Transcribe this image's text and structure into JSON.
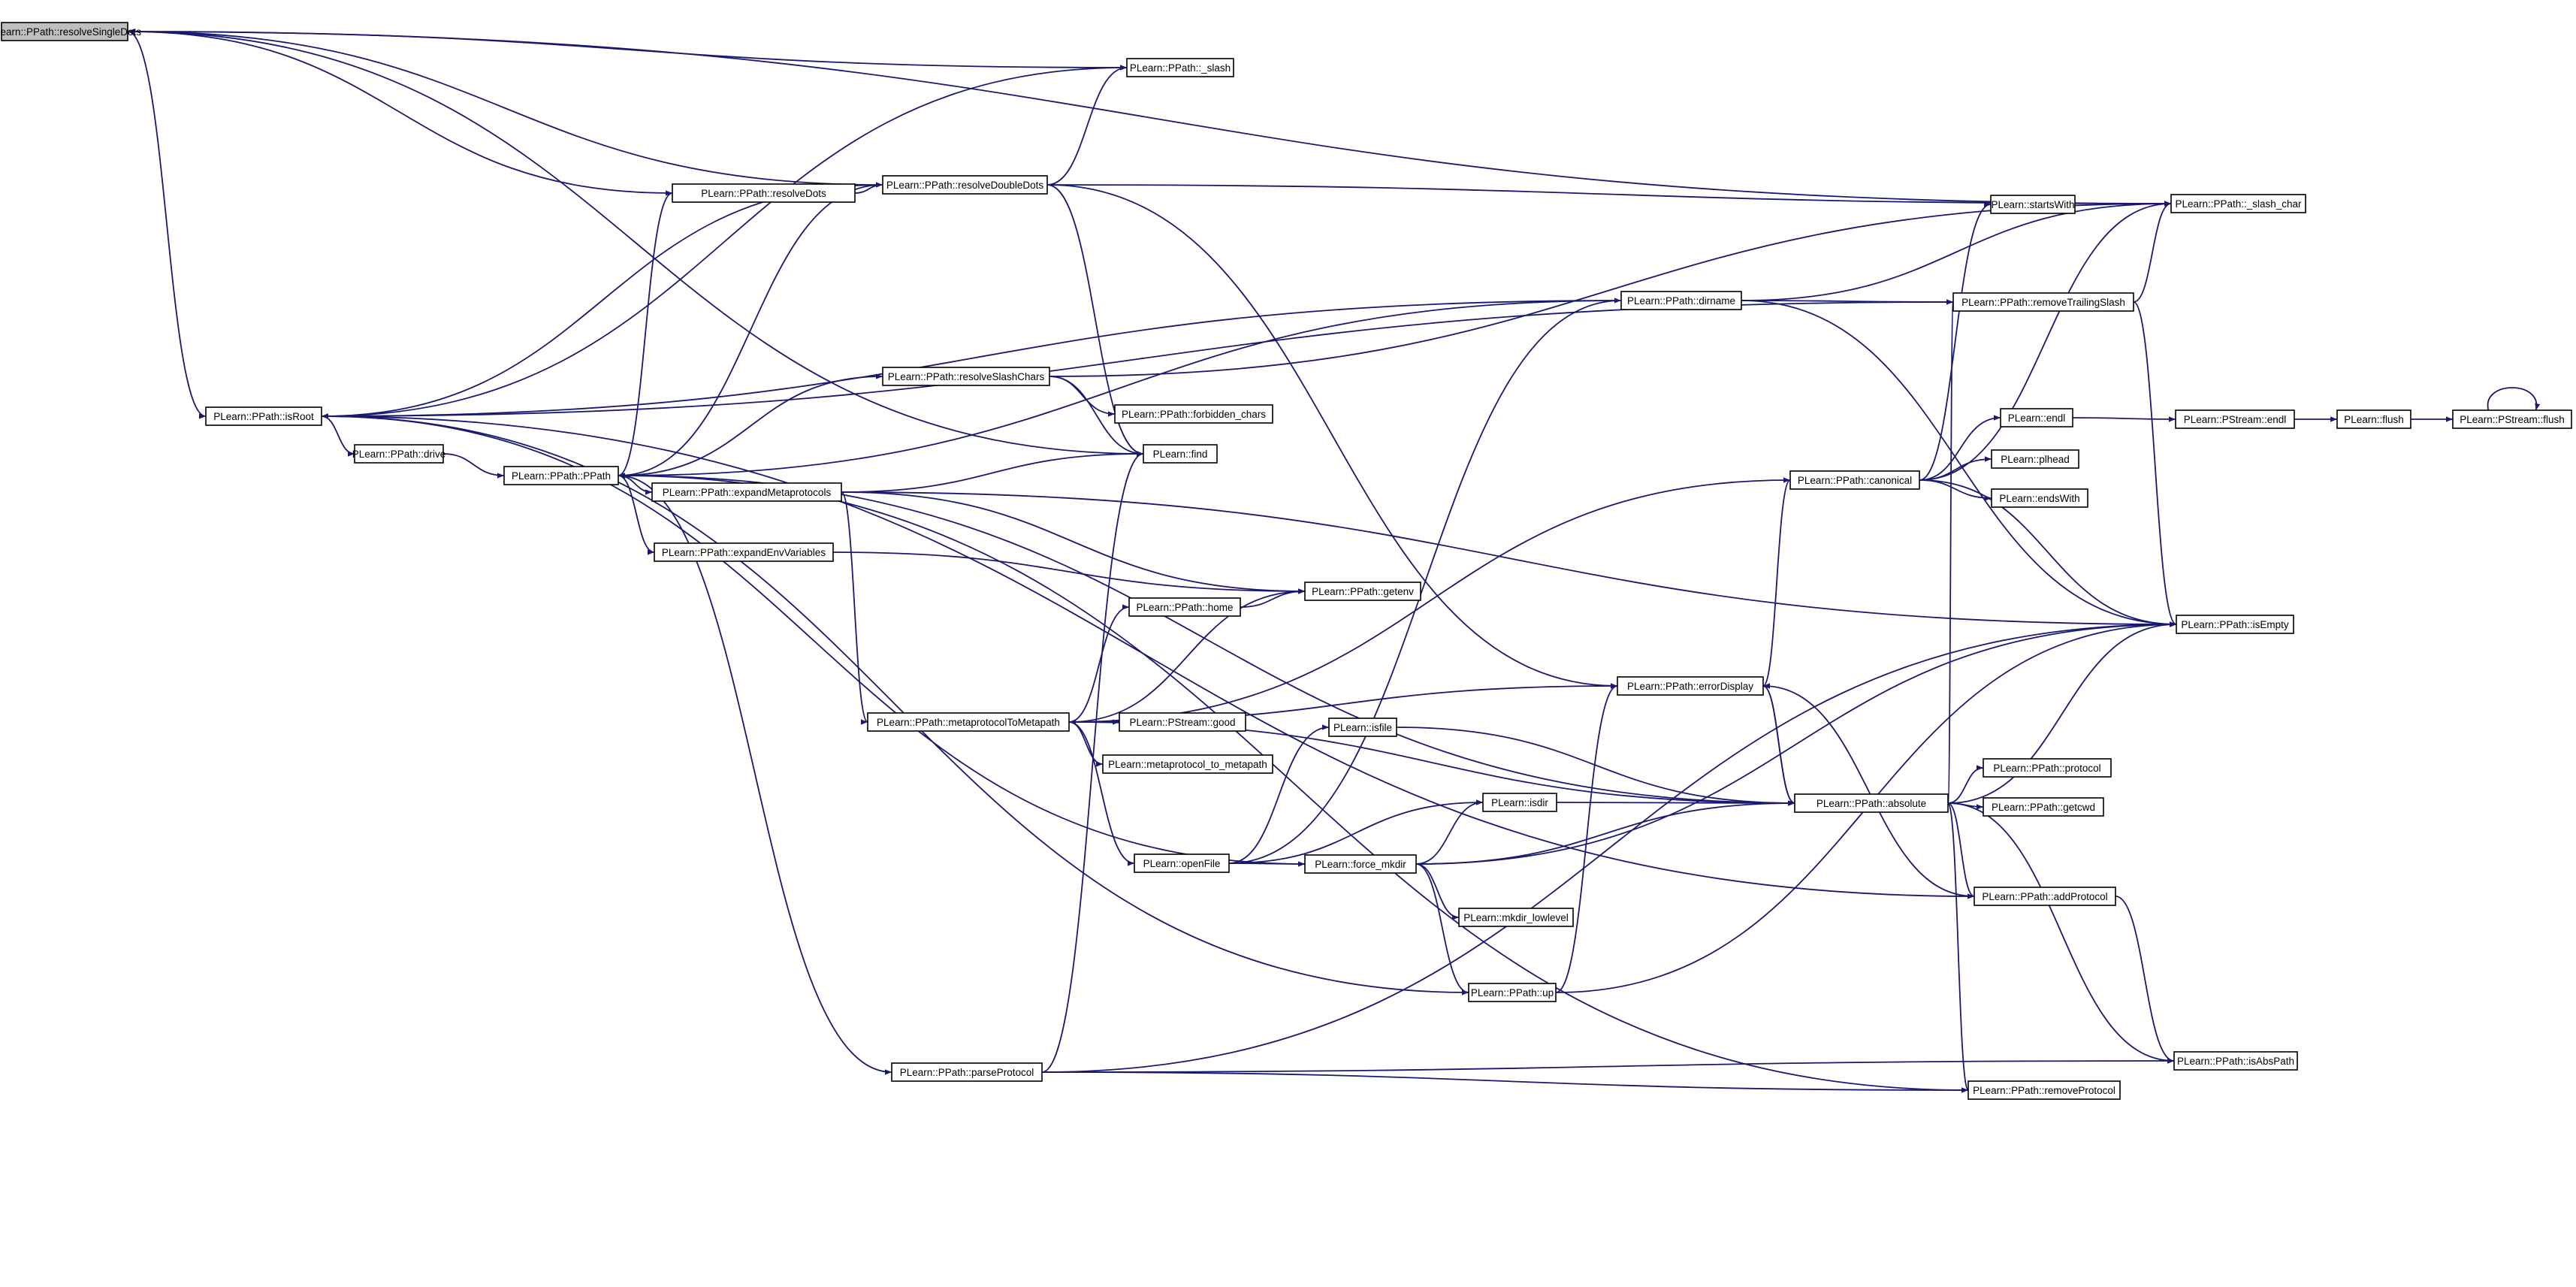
{
  "graph": {
    "type": "call-graph",
    "colors": {
      "edge": "#191970",
      "node_border": "#000000",
      "node_fill": "#ffffff",
      "root_fill": "#bfbfbf"
    },
    "nodes": [
      {
        "id": "resolveSingleDots",
        "label": "PLearn::PPath::resolveSingleDots",
        "highlight": true
      },
      {
        "id": "slash",
        "label": "PLearn::PPath::_slash"
      },
      {
        "id": "resolveDoubleDots",
        "label": "PLearn::PPath::resolveDoubleDots"
      },
      {
        "id": "resolveDots",
        "label": "PLearn::PPath::resolveDots"
      },
      {
        "id": "slash_char",
        "label": "PLearn::PPath::_slash_char"
      },
      {
        "id": "startsWith",
        "label": "PLearn::startsWith"
      },
      {
        "id": "dirname",
        "label": "PLearn::PPath::dirname"
      },
      {
        "id": "removeTrailingSlash",
        "label": "PLearn::PPath::removeTrailingSlash"
      },
      {
        "id": "isRoot",
        "label": "PLearn::PPath::isRoot"
      },
      {
        "id": "drive",
        "label": "PLearn::PPath::drive"
      },
      {
        "id": "PPath",
        "label": "PLearn::PPath::PPath"
      },
      {
        "id": "resolveSlashChars",
        "label": "PLearn::PPath::resolveSlashChars"
      },
      {
        "id": "forbidden_chars",
        "label": "PLearn::PPath::forbidden_chars"
      },
      {
        "id": "find",
        "label": "PLearn::find"
      },
      {
        "id": "expandMetaprotocols",
        "label": "PLearn::PPath::expandMetaprotocols"
      },
      {
        "id": "expandEnvVariables",
        "label": "PLearn::PPath::expandEnvVariables"
      },
      {
        "id": "home",
        "label": "PLearn::PPath::home"
      },
      {
        "id": "getenv",
        "label": "PLearn::PPath::getenv"
      },
      {
        "id": "metaprotocolToMetapath",
        "label": "PLearn::PPath::metaprotocolToMetapath"
      },
      {
        "id": "good",
        "label": "PLearn::PStream::good"
      },
      {
        "id": "metaprotocol_to_metapath",
        "label": "PLearn::metaprotocol_to_metapath"
      },
      {
        "id": "isfile",
        "label": "PLearn::isfile"
      },
      {
        "id": "isdir",
        "label": "PLearn::isdir"
      },
      {
        "id": "openFile",
        "label": "PLearn::openFile"
      },
      {
        "id": "force_mkdir",
        "label": "PLearn::force_mkdir"
      },
      {
        "id": "mkdir_lowlevel",
        "label": "PLearn::mkdir_lowlevel"
      },
      {
        "id": "up",
        "label": "PLearn::PPath::up"
      },
      {
        "id": "parseProtocol",
        "label": "PLearn::PPath::parseProtocol"
      },
      {
        "id": "canonical",
        "label": "PLearn::PPath::canonical"
      },
      {
        "id": "endl",
        "label": "PLearn::endl"
      },
      {
        "id": "pstream_endl",
        "label": "PLearn::PStream::endl"
      },
      {
        "id": "flush",
        "label": "PLearn::flush"
      },
      {
        "id": "pstream_flush",
        "label": "PLearn::PStream::flush"
      },
      {
        "id": "plhead",
        "label": "PLearn::plhead"
      },
      {
        "id": "endsWith",
        "label": "PLearn::endsWith"
      },
      {
        "id": "errorDisplay",
        "label": "PLearn::PPath::errorDisplay"
      },
      {
        "id": "absolute",
        "label": "PLearn::PPath::absolute"
      },
      {
        "id": "protocol",
        "label": "PLearn::PPath::protocol"
      },
      {
        "id": "getcwd",
        "label": "PLearn::PPath::getcwd"
      },
      {
        "id": "addProtocol",
        "label": "PLearn::PPath::addProtocol"
      },
      {
        "id": "removeProtocol",
        "label": "PLearn::PPath::removeProtocol"
      },
      {
        "id": "isEmpty",
        "label": "PLearn::PPath::isEmpty"
      },
      {
        "id": "isAbsPath",
        "label": "PLearn::PPath::isAbsPath"
      }
    ],
    "edges": [
      [
        "resolveSingleDots",
        "slash"
      ],
      [
        "resolveSingleDots",
        "slash_char"
      ],
      [
        "resolveSingleDots",
        "isRoot"
      ],
      [
        "resolveSingleDots",
        "find"
      ],
      [
        "resolveDots",
        "resolveSingleDots"
      ],
      [
        "resolveDots",
        "resolveDoubleDots"
      ],
      [
        "resolveDoubleDots",
        "resolveSingleDots"
      ],
      [
        "resolveDoubleDots",
        "slash"
      ],
      [
        "resolveDoubleDots",
        "slash_char"
      ],
      [
        "resolveDoubleDots",
        "isRoot"
      ],
      [
        "resolveDoubleDots",
        "PPath"
      ],
      [
        "resolveDoubleDots",
        "find"
      ],
      [
        "resolveDoubleDots",
        "errorDisplay"
      ],
      [
        "isRoot",
        "slash"
      ],
      [
        "isRoot",
        "drive"
      ],
      [
        "drive",
        "PPath"
      ],
      [
        "PPath",
        "resolveDots"
      ],
      [
        "PPath",
        "resolveSlashChars"
      ],
      [
        "PPath",
        "expandMetaprotocols"
      ],
      [
        "PPath",
        "expandEnvVariables"
      ],
      [
        "PPath",
        "parseProtocol"
      ],
      [
        "resolveSlashChars",
        "slash_char"
      ],
      [
        "resolveSlashChars",
        "forbidden_chars"
      ],
      [
        "resolveSlashChars",
        "find"
      ],
      [
        "expandMetaprotocols",
        "find"
      ],
      [
        "expandMetaprotocols",
        "getenv"
      ],
      [
        "expandMetaprotocols",
        "metaprotocolToMetapath"
      ],
      [
        "expandMetaprotocols",
        "isEmpty"
      ],
      [
        "expandEnvVariables",
        "getenv"
      ],
      [
        "home",
        "getenv"
      ],
      [
        "metaprotocolToMetapath",
        "home"
      ],
      [
        "metaprotocolToMetapath",
        "getenv"
      ],
      [
        "metaprotocolToMetapath",
        "good"
      ],
      [
        "metaprotocolToMetapath",
        "metaprotocol_to_metapath"
      ],
      [
        "metaprotocolToMetapath",
        "openFile"
      ],
      [
        "metaprotocolToMetapath",
        "errorDisplay"
      ],
      [
        "metaprotocolToMetapath",
        "absolute"
      ],
      [
        "openFile",
        "isfile"
      ],
      [
        "openFile",
        "isdir"
      ],
      [
        "openFile",
        "force_mkdir"
      ],
      [
        "openFile",
        "dirname"
      ],
      [
        "force_mkdir",
        "isRoot"
      ],
      [
        "force_mkdir",
        "isdir"
      ],
      [
        "force_mkdir",
        "absolute"
      ],
      [
        "force_mkdir",
        "mkdir_lowlevel"
      ],
      [
        "force_mkdir",
        "up"
      ],
      [
        "force_mkdir",
        "isEmpty"
      ],
      [
        "isfile",
        "absolute"
      ],
      [
        "isdir",
        "absolute"
      ],
      [
        "up",
        "isRoot"
      ],
      [
        "up",
        "errorDisplay"
      ],
      [
        "up",
        "isEmpty"
      ],
      [
        "parseProtocol",
        "find"
      ],
      [
        "parseProtocol",
        "removeProtocol"
      ],
      [
        "parseProtocol",
        "isEmpty"
      ],
      [
        "parseProtocol",
        "isAbsPath"
      ],
      [
        "dirname",
        "PPath"
      ],
      [
        "dirname",
        "isRoot"
      ],
      [
        "dirname",
        "slash_char"
      ],
      [
        "dirname",
        "removeTrailingSlash"
      ],
      [
        "dirname",
        "isEmpty"
      ],
      [
        "removeTrailingSlash",
        "slash_char"
      ],
      [
        "removeTrailingSlash",
        "isRoot"
      ],
      [
        "removeTrailingSlash",
        "isEmpty"
      ],
      [
        "canonical",
        "startsWith"
      ],
      [
        "canonical",
        "slash_char"
      ],
      [
        "canonical",
        "endl"
      ],
      [
        "canonical",
        "plhead"
      ],
      [
        "canonical",
        "endsWith"
      ],
      [
        "canonical",
        "isEmpty"
      ],
      [
        "canonical",
        "metaprotocolToMetapath"
      ],
      [
        "endl",
        "pstream_endl"
      ],
      [
        "pstream_endl",
        "flush"
      ],
      [
        "flush",
        "pstream_flush"
      ],
      [
        "pstream_flush",
        "pstream_flush"
      ],
      [
        "errorDisplay",
        "canonical"
      ],
      [
        "errorDisplay",
        "absolute"
      ],
      [
        "absolute",
        "removeTrailingSlash"
      ],
      [
        "absolute",
        "protocol"
      ],
      [
        "absolute",
        "getcwd"
      ],
      [
        "absolute",
        "addProtocol"
      ],
      [
        "absolute",
        "removeProtocol"
      ],
      [
        "absolute",
        "isAbsPath"
      ],
      [
        "absolute",
        "isEmpty"
      ],
      [
        "absolute",
        "PPath"
      ],
      [
        "absolute",
        "errorDisplay"
      ],
      [
        "addProtocol",
        "errorDisplay"
      ],
      [
        "addProtocol",
        "isAbsPath"
      ],
      [
        "addProtocol",
        "isRoot"
      ],
      [
        "removeProtocol",
        "PPath"
      ]
    ]
  }
}
